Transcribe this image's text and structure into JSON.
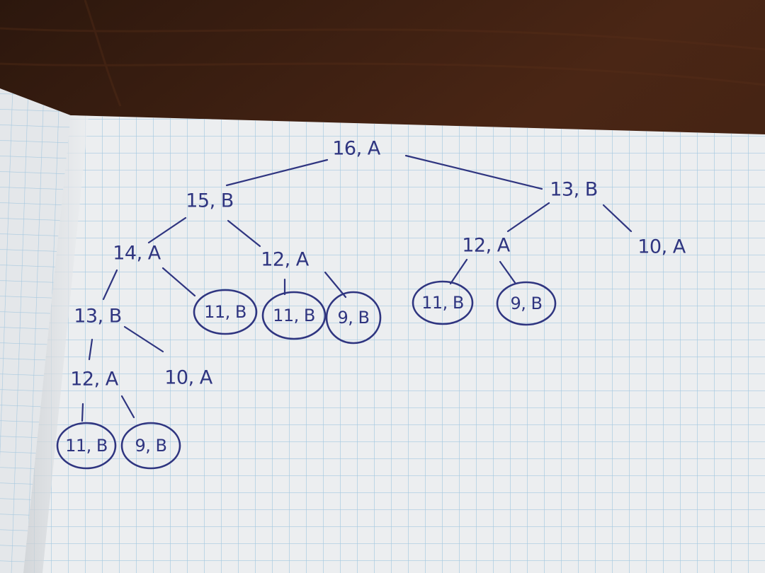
{
  "ink": {
    "color": "#2f3580",
    "colors": {
      "table": "#3a2114",
      "paper": "#eceef0",
      "grid": "#9cc4de"
    }
  },
  "tree": {
    "nodes": [
      {
        "id": "n1",
        "label": "16, A",
        "circled": false
      },
      {
        "id": "n2",
        "label": "15, B",
        "circled": false
      },
      {
        "id": "n3",
        "label": "13, B",
        "circled": false
      },
      {
        "id": "n4",
        "label": "14, A",
        "circled": false
      },
      {
        "id": "n5",
        "label": "12, A",
        "circled": false
      },
      {
        "id": "n6",
        "label": "12, A",
        "circled": false
      },
      {
        "id": "n7",
        "label": "10, A",
        "circled": false
      },
      {
        "id": "n8",
        "label": "13, B",
        "circled": false
      },
      {
        "id": "n9",
        "label": "11, B",
        "circled": true
      },
      {
        "id": "n10",
        "label": "11, B",
        "circled": true
      },
      {
        "id": "n11",
        "label": "9, B",
        "circled": true
      },
      {
        "id": "n12",
        "label": "11, B",
        "circled": true
      },
      {
        "id": "n13",
        "label": "9, B",
        "circled": true
      },
      {
        "id": "n14",
        "label": "12, A",
        "circled": false
      },
      {
        "id": "n15",
        "label": "10, A",
        "circled": false
      },
      {
        "id": "n16",
        "label": "11, B",
        "circled": true
      },
      {
        "id": "n17",
        "label": "9, B",
        "circled": true
      }
    ],
    "edges": [
      [
        "n1",
        "n2"
      ],
      [
        "n1",
        "n3"
      ],
      [
        "n2",
        "n4"
      ],
      [
        "n2",
        "n5"
      ],
      [
        "n3",
        "n6"
      ],
      [
        "n3",
        "n7"
      ],
      [
        "n4",
        "n8"
      ],
      [
        "n4",
        "n9"
      ],
      [
        "n5",
        "n10"
      ],
      [
        "n5",
        "n11"
      ],
      [
        "n6",
        "n12"
      ],
      [
        "n6",
        "n13"
      ],
      [
        "n8",
        "n14"
      ],
      [
        "n8",
        "n15"
      ],
      [
        "n14",
        "n16"
      ],
      [
        "n14",
        "n17"
      ]
    ]
  }
}
